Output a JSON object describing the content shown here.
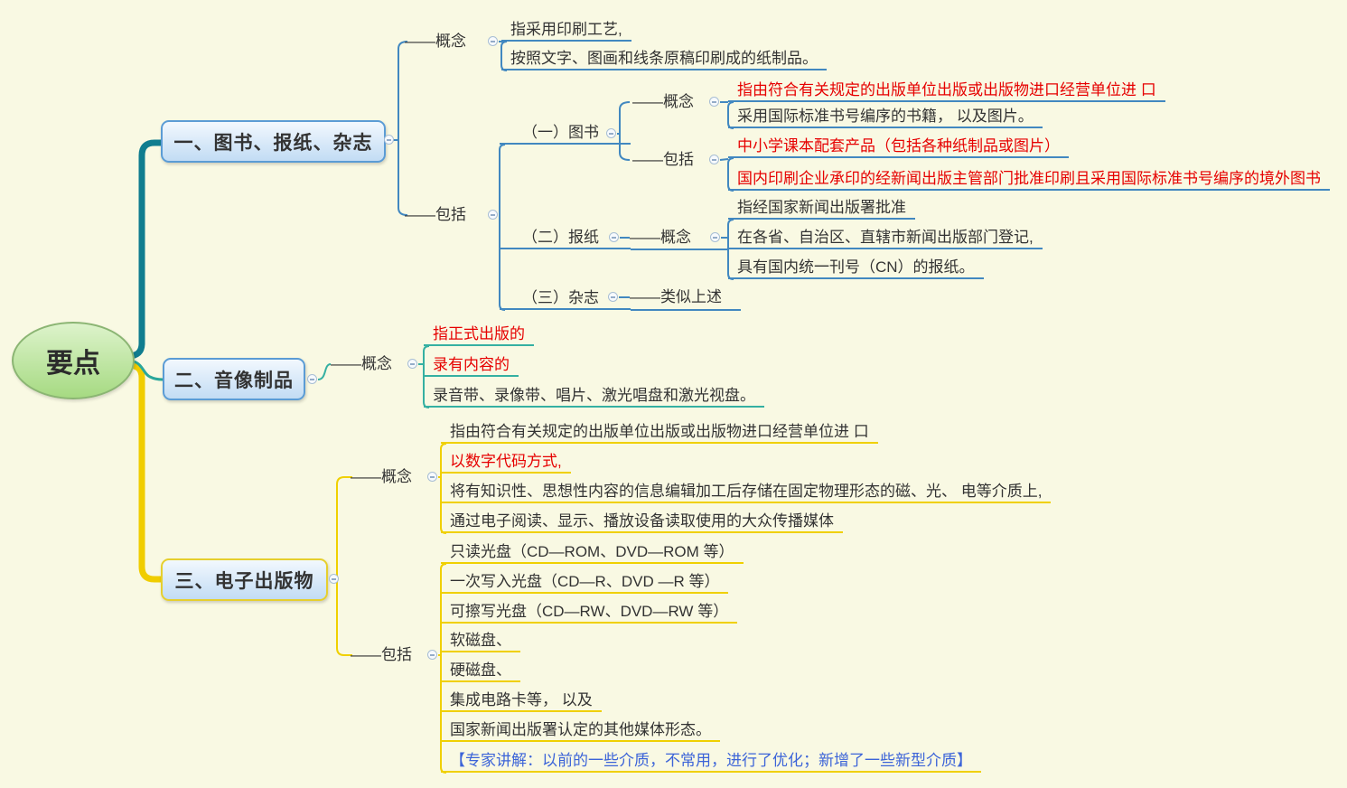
{
  "palette": {
    "background": "#f9f9e3",
    "branch1_line": "#4288c0",
    "branch2_line": "#35b0a2",
    "branch3_line": "#f0d000",
    "trunk_teal": "#107d8f",
    "trunk_yellow": "#f0cd00",
    "node_border_blue": "#5b9cd5",
    "node_border_yellow": "#e6cf2e",
    "red_text": "#e60000",
    "blue_text": "#3c64d8",
    "root_fill_green": "#b9e295"
  },
  "root": {
    "label": "要点"
  },
  "branch1": {
    "title": "一、图书、报纸、杂志",
    "concept": {
      "label": "——概念",
      "rows": [
        "指采用印刷工艺,",
        "按照文字、图画和线条原稿印刷成的纸制品。"
      ]
    },
    "include": {
      "label": "——包括",
      "book": {
        "title": "（一）图书",
        "concept": {
          "label": "——概念",
          "rows": [
            "指由符合有关规定的出版单位出版或出版物进口经营单位进 口",
            "采用国际标准书号编序的书籍， 以及图片。"
          ]
        },
        "include": {
          "label": "——包括",
          "rows": [
            "中小学课本配套产品（包括各种纸制品或图片）",
            "国内印刷企业承印的经新闻出版主管部门批准印刷且采用国际标准书号编序的境外图书"
          ]
        }
      },
      "newspaper": {
        "title": "（二）报纸",
        "concept": {
          "label": "——概念",
          "rows": [
            "指经国家新闻出版署批准",
            "在各省、自治区、直辖市新闻出版部门登记,",
            "具有国内统一刊号（CN）的报纸。"
          ]
        }
      },
      "magazine": {
        "title": "（三）杂志",
        "note": "——类似上述"
      }
    }
  },
  "branch2": {
    "title": "二、音像制品",
    "concept": {
      "label": "——概念",
      "rows": [
        "指正式出版的",
        "录有内容的",
        "录音带、录像带、唱片、激光唱盘和激光视盘。"
      ]
    }
  },
  "branch3": {
    "title": "三、电子出版物",
    "concept": {
      "label": "——概念",
      "rows": [
        "指由符合有关规定的出版单位出版或出版物进口经营单位进 口",
        "以数字代码方式,",
        "将有知识性、思想性内容的信息编辑加工后存储在固定物理形态的磁、光、 电等介质上,",
        "通过电子阅读、显示、播放设备读取使用的大众传播媒体"
      ]
    },
    "include": {
      "label": "——包括",
      "rows": [
        "只读光盘（CD—ROM、DVD—ROM 等）",
        "一次写入光盘（CD—R、DVD —R 等）",
        "可擦写光盘（CD—RW、DVD—RW 等）",
        "软磁盘、",
        "硬磁盘、",
        "集成电路卡等， 以及",
        "国家新闻出版署认定的其他媒体形态。",
        "【专家讲解：以前的一些介质，不常用，进行了优化；新增了一些新型介质】"
      ]
    }
  }
}
